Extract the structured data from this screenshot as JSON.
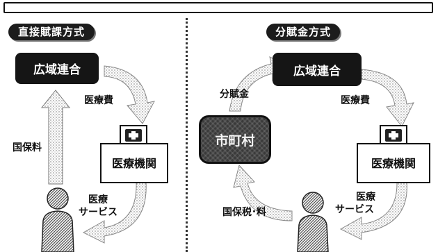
{
  "left_panel": {
    "title": "直接賦課方式",
    "org": "広域連合",
    "medical_cost": "医療費",
    "insurance_fee": "国保料",
    "hospital": "医療機関",
    "medical_service_line1": "医療",
    "medical_service_line2": "サービス"
  },
  "right_panel": {
    "title": "分賦金方式",
    "org": "広域連合",
    "allotment": "分賦金",
    "municipality": "市町村",
    "medical_cost": "医療費",
    "hospital": "医療機関",
    "medical_service_line1": "医療",
    "medical_service_line2": "サービス",
    "insurance_tax_fee": "国保税･料"
  }
}
